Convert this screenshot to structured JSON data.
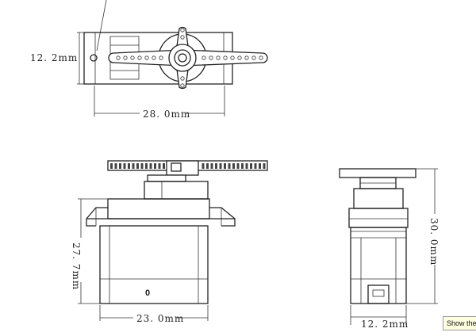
{
  "dimensions": {
    "top_height": "12. 2mm",
    "top_width": "28. 0mm",
    "front_height": "27. 7mm",
    "front_width": "23. 0mm",
    "side_height": "30. 0mm",
    "side_width": "12. 2mm"
  },
  "body_mark": "0",
  "tooltip": "Show the b"
}
